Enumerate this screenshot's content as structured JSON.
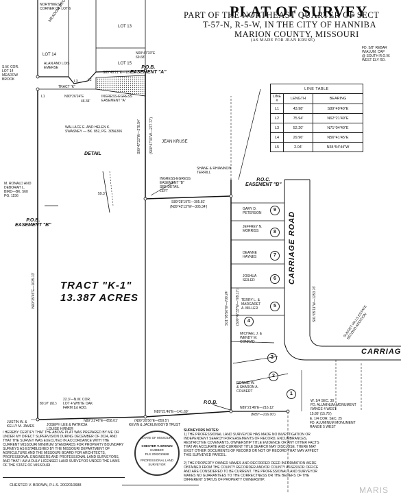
{
  "header": {
    "title": "PLAT OF SURVEY",
    "line1": "PART OF THE NORTHEAST QUARTER OF SECT",
    "line2": "T-57-N, R-5-W, IN THE CITY OF HANNIBA",
    "line3": "MARION COUNTY, MISSOURI",
    "line4": "(AS MADE FOR JEAN KRUSE)"
  },
  "line_table": {
    "title": "LINE TABLE",
    "headers": [
      "LINE #",
      "LENGTH",
      "BEARING"
    ],
    "rows": [
      [
        "L1",
        "43.98'",
        "S89°49'40\"E"
      ],
      [
        "L2",
        "75.94'",
        "N62°21'49\"E"
      ],
      [
        "L3",
        "52.20'",
        "N71°04'40\"E"
      ],
      [
        "L4",
        "29.96'",
        "N56°41'45\"E"
      ],
      [
        "L5",
        "2.04'",
        "N34°54'44\"W"
      ]
    ]
  },
  "labels": {
    "northwest_corner": "NORTHWEST\nCORNER OF LOT 6",
    "lot13": "LOT 13",
    "lot14": "LOT 14",
    "lot15": "LOT 15",
    "meadow_brook": "MEADOW BROOK SUB.",
    "alan_lois": "ALAN AND LOIS\nEMERSE",
    "sw_cor": "S.W. COR.\nLOT 14\nMEADOW\nBROOK",
    "n00_top": "N00°47'33\"E\n69.68'",
    "pob_a": "P.O.B.\nEASEMENT \"A\"",
    "s89_top": "S89°49'21\"E—187.32'",
    "n90": "N90°26'24\"E",
    "l1": "L1",
    "l2": "L2",
    "l3": "L3",
    "val_46": "46.34'",
    "ingress_a": "INGRESS-EGRESS\nEASEMENT \"A\"",
    "tract_k_top": "TRACT \"K\"",
    "s00_upper": "S00°47'33\"W—278.54'",
    "s00_upper2": "(S00°47'33\"W—277.77')",
    "wallace": "WALLACE E. AND HELEN K.\nSWASNEY — BK. 852, PG. 305&306",
    "jean_kruse": "JEAN KRUSE",
    "detail": "DETAIL",
    "shane": "SHANE & RHIANNON\nTERRILL",
    "ingress_b": "INGRESS-EGRESS\nEASEMENT \"B\"\nSEE DETAIL\nLEFT",
    "s89_mid": "S89°28'19\"E—305.81'",
    "n89_mid": "(N89°42'13\"W—305.34')",
    "poc_b": "P.O.C.\nEASEMENT \"B\"",
    "ronald": "M. RONALD AND\nDEBORAH L.\nBIRD—BK. 560\nPG. 1156",
    "pob_b": "P.O.B.\nEASEMENT \"B\"",
    "s00_left": "N00°35'45\"E—1035.13'",
    "tract_k1": "TRACT \"K-1\"",
    "acres": "13.387 ACRES",
    "s00_right": "S01°05'56\"W—709.24'",
    "s00_right2": "(S00°47'33\"W—709.17')",
    "gary": "GARY D.\nPETERSON",
    "jeffrey": "JEFFREY N.\nMORRISS",
    "deanne": "DEANNE\nHAYNES",
    "joshua": "JOSHUA\nSEILER",
    "terry": "TERRY L. &\nMARGARET\nA. MILLER",
    "michael": "MICHAEL J. &\nWENDY M.\nCONRAD",
    "ronnie": "RONNIE W.\n& SHARON A.\nCOLBERT",
    "carriage_road": "CARRIAGE ROAD",
    "carriage": "CARRIAGE",
    "s00_road": "S01°05'11\"W—1253.76'",
    "sunset_hills": "SUNSET HILLS ESTATE\nSECOND ADDITION",
    "rd_top_right": "FD. 5/8\" REBAR\nW/ALUM. CAP\n@ SOUTH R.O.W.\nWEST ELY RD.",
    "val_8097": "80.97' (61')",
    "nw_cor": "22.3'—N.W. COR.\nLOT 4 WHITE OAK\nFARM 1st ADD.",
    "justin": "JUSTIN W. &\nKELLY M. JAMES",
    "joseph": "JOSEPH LEE & PATRICIA\nLOUISE HIRNER",
    "n89_bot1": "N89°21'46\"E—858.01'",
    "n89_bot2": "(N89°20'56\"E—859.5')",
    "kevin": "KEVIN & JACKLIN BOYD TRUST",
    "n89_bot3": "N89°21'46\"E—141.69'",
    "pob": "P.O.B.",
    "n89_bot4": "N89°21'46\"E—216.12'",
    "n89_bot5": "(N89°—216.00')",
    "w_quarter": "W. 1/4 SEC. 30\nFD. ALUMINUM MONUMENT\nRANGE 4 WEST",
    "val_1586": "15.86' (15.75')",
    "e_quarter": "E. 1/4 COR. SEC. 25\nFD. ALUMINUM MONUMENT\nRANGE 5 WEST",
    "lot_numbers": [
      "9",
      "8",
      "7",
      "6",
      "5",
      "4",
      "3",
      "2",
      "1"
    ],
    "detail_val": "59.3'",
    "watermark": "MARIS"
  },
  "certification": "I HEREBY CERTIFY THAT THE ABOVE PLAT WAS PREPARED BY ME OR UNDER MY DIRECT SUPERVISION DURING DECEMBER OF 2024, AND THAT THE SURVEY WAS EXECUTED IN ACCORDANCE WITH THE CURRENT MISSOURI MINIMUM STANDARDS FOR PROPERTY BOUNDARY SURVEYS AS ESTABLISHED BY THE MISSOURI DEPARTMENT OF AGRICULTURE AND THE MISSOURI BOARD FOR ARCHITECTS, PROFESSIONAL ENGINEERS AND PROFESSIONAL LAND SURVEYORS, AND THAT I AM A DULY LICENSED LAND SURVEYOR UNDER THE LAWS OF THE STATE OF MISSOURI.",
  "signature": "CHESTER V. BROWN, P.L.S. 2002010688",
  "seal": {
    "outer": "STATE OF MISSOURI",
    "name": "CHESTER V. BROWN",
    "number": "NUMBER\nPLS 2002010688",
    "bottom": "PROFESSIONAL LAND SURVEYOR"
  },
  "notes": {
    "heading": "SURVEYORS NOTES:",
    "note1": "1) THE PROFESSIONAL LAND SURVEYOR HAS MADE NO INVESTIGATION OR INDEPENDENT SEARCH FOR EASEMENTS OF RECORD, ENCUMBRANCES, RESTRICTIVE COVENANTS, OWNERSHIP TITLE EVIDENCE OR ANY OTHER FACTS THAT AN ACCURATE AND CURRENT TITLE SEARCH MAY DISCLOSE. THERE MAY EXIST OTHER DOCUMENTS OF RECORD OR NOT OF RECORD THAT MAY AFFECT THIS SURVEYED PARCEL.",
    "note2": "2) THE PROPERTY OWNER NAMES AND RECORDED DEED INFORMATION WERE OBTAINED FROM THE COUNTY RECORDER AND/OR COUNTY ASSESSOR OFFICE AND ARE CONSIDERED TO BE CURRENT. THE PROFESSIONAL LAND SURVEYOR MAKES NO GUARANTEES TO THE CORRECTNESS OR THE BELIEFS OF THE DIFFERENT STATUS OF PROPERTY OWNERSHIP."
  },
  "colors": {
    "ink": "#111111",
    "hatch": "#555555"
  }
}
